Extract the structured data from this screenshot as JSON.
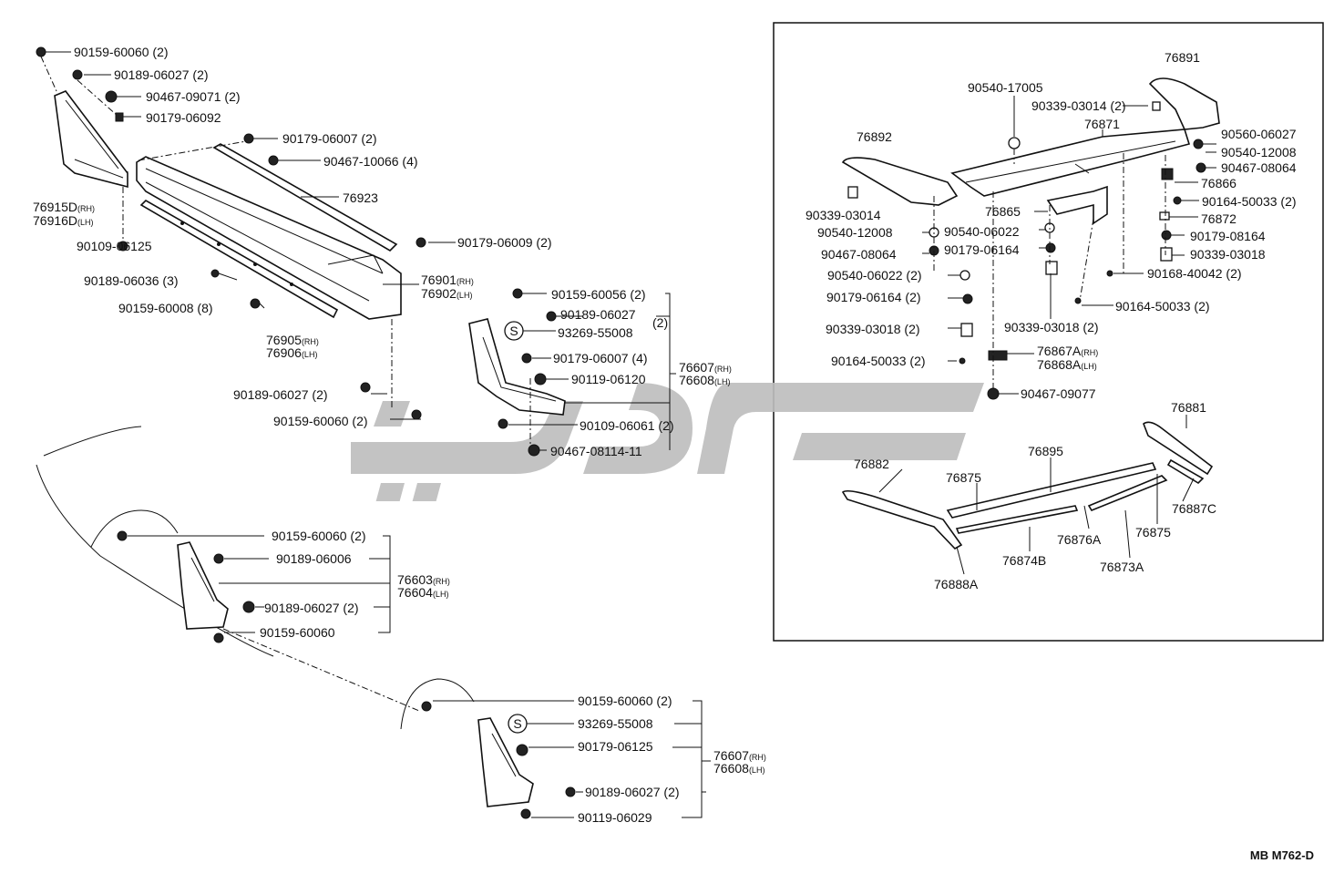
{
  "drawing_code": "MB M762-D",
  "watermark_text": "ﺳﺎﭘﯿﺖ",
  "callouts": [
    {
      "id": "c01",
      "text": "90159-60060",
      "qty": "(2)"
    },
    {
      "id": "c02",
      "text": "90189-06027",
      "qty": "(2)"
    },
    {
      "id": "c03",
      "text": "90467-09071",
      "qty": "(2)"
    },
    {
      "id": "c04",
      "text": "90179-06092",
      "qty": ""
    },
    {
      "id": "c05",
      "text": "90179-06007",
      "qty": "(2)"
    },
    {
      "id": "c06",
      "text": "90467-10066",
      "qty": "(4)"
    },
    {
      "id": "c07",
      "text": "76923",
      "qty": ""
    },
    {
      "id": "c08",
      "text": "76915D",
      "qty": "",
      "side": "(RH)"
    },
    {
      "id": "c09",
      "text": "76916D",
      "qty": "",
      "side": "(LH)"
    },
    {
      "id": "c10",
      "text": "90109-06125",
      "qty": ""
    },
    {
      "id": "c11",
      "text": "90179-06009",
      "qty": "(2)"
    },
    {
      "id": "c12",
      "text": "90189-06036",
      "qty": "(3)"
    },
    {
      "id": "c13",
      "text": "76901",
      "qty": "",
      "side": "(RH)"
    },
    {
      "id": "c14",
      "text": "76902",
      "qty": "",
      "side": "(LH)"
    },
    {
      "id": "c15",
      "text": "90159-60008",
      "qty": "(8)"
    },
    {
      "id": "c16",
      "text": "76905",
      "qty": "",
      "side": "(RH)"
    },
    {
      "id": "c17",
      "text": "76906",
      "qty": "",
      "side": "(LH)"
    },
    {
      "id": "c18",
      "text": "90159-60056",
      "qty": "(2)"
    },
    {
      "id": "c19",
      "text": "90189-06027",
      "qty": ""
    },
    {
      "id": "c20",
      "text": "93269-55008",
      "qty": "(2)"
    },
    {
      "id": "c21",
      "text": "90179-06007",
      "qty": "(4)"
    },
    {
      "id": "c22",
      "text": "90119-06120",
      "qty": ""
    },
    {
      "id": "c23",
      "text": "76607",
      "qty": "",
      "side": "(RH)"
    },
    {
      "id": "c24",
      "text": "76608",
      "qty": "",
      "side": "(LH)"
    },
    {
      "id": "c25",
      "text": "90189-06027",
      "qty": "(2)"
    },
    {
      "id": "c26",
      "text": "90109-06061",
      "qty": "(2)"
    },
    {
      "id": "c27",
      "text": "90159-60060",
      "qty": "(2)"
    },
    {
      "id": "c28",
      "text": "90467-08114-11",
      "qty": ""
    },
    {
      "id": "c29",
      "text": "90159-60060",
      "qty": "(2)"
    },
    {
      "id": "c30",
      "text": "90189-06006",
      "qty": ""
    },
    {
      "id": "c31",
      "text": "76603",
      "qty": "",
      "side": "(RH)"
    },
    {
      "id": "c32",
      "text": "76604",
      "qty": "",
      "side": "(LH)"
    },
    {
      "id": "c33",
      "text": "90189-06027",
      "qty": "(2)"
    },
    {
      "id": "c34",
      "text": "90159-60060",
      "qty": ""
    },
    {
      "id": "c35",
      "text": "90159-60060",
      "qty": "(2)"
    },
    {
      "id": "c36",
      "text": "93269-55008",
      "qty": ""
    },
    {
      "id": "c37",
      "text": "90179-06125",
      "qty": ""
    },
    {
      "id": "c38",
      "text": "76607",
      "qty": "",
      "side": "(RH)"
    },
    {
      "id": "c39",
      "text": "76608",
      "qty": "",
      "side": "(LH)"
    },
    {
      "id": "c40",
      "text": "90189-06027",
      "qty": "(2)"
    },
    {
      "id": "c41",
      "text": "90119-06029",
      "qty": ""
    },
    {
      "id": "c42",
      "text": "76891",
      "qty": ""
    },
    {
      "id": "c43",
      "text": "90540-17005",
      "qty": ""
    },
    {
      "id": "c44",
      "text": "90339-03014",
      "qty": "(2)"
    },
    {
      "id": "c45",
      "text": "76871",
      "qty": ""
    },
    {
      "id": "c46",
      "text": "76892",
      "qty": ""
    },
    {
      "id": "c47",
      "text": "90560-06027",
      "qty": ""
    },
    {
      "id": "c48",
      "text": "90540-12008",
      "qty": ""
    },
    {
      "id": "c49",
      "text": "90467-08064",
      "qty": ""
    },
    {
      "id": "c50",
      "text": "76866",
      "qty": ""
    },
    {
      "id": "c51",
      "text": "90164-50033",
      "qty": "(2)"
    },
    {
      "id": "c52",
      "text": "90339-03014",
      "qty": ""
    },
    {
      "id": "c53",
      "text": "76865",
      "qty": ""
    },
    {
      "id": "c54",
      "text": "76872",
      "qty": ""
    },
    {
      "id": "c55",
      "text": "90540-12008",
      "qty": ""
    },
    {
      "id": "c56",
      "text": "90540-06022",
      "qty": ""
    },
    {
      "id": "c57",
      "text": "90179-08164",
      "qty": ""
    },
    {
      "id": "c58",
      "text": "90467-08064",
      "qty": ""
    },
    {
      "id": "c59",
      "text": "90179-06164",
      "qty": ""
    },
    {
      "id": "c60",
      "text": "90339-03018",
      "qty": ""
    },
    {
      "id": "c61",
      "text": "90540-06022",
      "qty": "(2)"
    },
    {
      "id": "c62",
      "text": "90168-40042",
      "qty": "(2)"
    },
    {
      "id": "c63",
      "text": "90179-06164",
      "qty": "(2)"
    },
    {
      "id": "c64",
      "text": "90164-50033",
      "qty": "(2)"
    },
    {
      "id": "c65",
      "text": "90339-03018",
      "qty": "(2)"
    },
    {
      "id": "c66",
      "text": "90339-03018",
      "qty": "(2)"
    },
    {
      "id": "c67",
      "text": "90164-50033",
      "qty": "(2)"
    },
    {
      "id": "c68",
      "text": "76867A",
      "qty": "",
      "side": "(RH)"
    },
    {
      "id": "c69",
      "text": "76868A",
      "qty": "",
      "side": "(LH)"
    },
    {
      "id": "c70",
      "text": "90467-09077",
      "qty": ""
    },
    {
      "id": "c71",
      "text": "76881",
      "qty": ""
    },
    {
      "id": "c72",
      "text": "76895",
      "qty": ""
    },
    {
      "id": "c73",
      "text": "76882",
      "qty": ""
    },
    {
      "id": "c74",
      "text": "76875",
      "qty": ""
    },
    {
      "id": "c75",
      "text": "76887C",
      "qty": ""
    },
    {
      "id": "c76",
      "text": "76876A",
      "qty": ""
    },
    {
      "id": "c77",
      "text": "76875",
      "qty": ""
    },
    {
      "id": "c78",
      "text": "76874B",
      "qty": ""
    },
    {
      "id": "c79",
      "text": "76873A",
      "qty": ""
    },
    {
      "id": "c80",
      "text": "76888A",
      "qty": ""
    }
  ],
  "symbols": {
    "s_marker": "S"
  }
}
